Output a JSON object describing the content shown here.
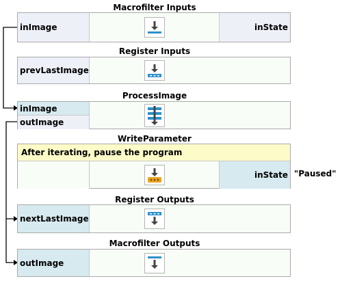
{
  "macrofilter_inputs": {
    "title": "Macrofilter Inputs",
    "port_in": "inImage",
    "port_out": "inState"
  },
  "register_inputs": {
    "title": "Register Inputs",
    "port": "prevLastImage"
  },
  "process_image": {
    "title": "ProcessImage",
    "port_in": "inImage",
    "port_out": "outImage"
  },
  "write_parameter": {
    "title": "WriteParameter",
    "comment": "After iterating, pause the program",
    "port": "inState",
    "value": "\"Paused\""
  },
  "register_outputs": {
    "title": "Register Outputs",
    "port": "nextLastImage"
  },
  "macrofilter_outputs": {
    "title": "Macrofilter Outputs",
    "port": "outImage"
  },
  "colors": {
    "port_bg": "#eef0f8",
    "connected_port_bg": "#d7eaf0",
    "comment_bg": "#fdfbc8",
    "icon_blue": "#2e8fc9",
    "icon_orange": "#e8a323"
  }
}
